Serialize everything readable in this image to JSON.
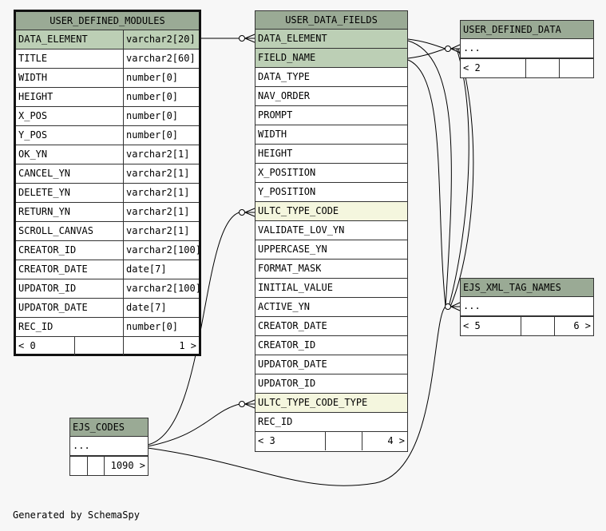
{
  "tables": {
    "user_defined_modules": {
      "title": "USER_DEFINED_MODULES",
      "rows": [
        {
          "name": "DATA_ELEMENT",
          "type": "varchar2[20]"
        },
        {
          "name": "TITLE",
          "type": "varchar2[60]"
        },
        {
          "name": "WIDTH",
          "type": "number[0]"
        },
        {
          "name": "HEIGHT",
          "type": "number[0]"
        },
        {
          "name": "X_POS",
          "type": "number[0]"
        },
        {
          "name": "Y_POS",
          "type": "number[0]"
        },
        {
          "name": "OK_YN",
          "type": "varchar2[1]"
        },
        {
          "name": "CANCEL_YN",
          "type": "varchar2[1]"
        },
        {
          "name": "DELETE_YN",
          "type": "varchar2[1]"
        },
        {
          "name": "RETURN_YN",
          "type": "varchar2[1]"
        },
        {
          "name": "SCROLL_CANVAS",
          "type": "varchar2[1]"
        },
        {
          "name": "CREATOR_ID",
          "type": "varchar2[100]"
        },
        {
          "name": "CREATOR_DATE",
          "type": "date[7]"
        },
        {
          "name": "UPDATOR_ID",
          "type": "varchar2[100]"
        },
        {
          "name": "UPDATOR_DATE",
          "type": "date[7]"
        },
        {
          "name": "REC_ID",
          "type": "number[0]"
        }
      ],
      "footer": {
        "parents": "< 0",
        "rows": "",
        "children": "1 >"
      }
    },
    "user_data_fields": {
      "title": "USER_DATA_FIELDS",
      "rows": [
        "DATA_ELEMENT",
        "FIELD_NAME",
        "DATA_TYPE",
        "NAV_ORDER",
        "PROMPT",
        "WIDTH",
        "HEIGHT",
        "X_POSITION",
        "Y_POSITION",
        "ULTC_TYPE_CODE",
        "VALIDATE_LOV_YN",
        "UPPERCASE_YN",
        "FORMAT_MASK",
        "INITIAL_VALUE",
        "ACTIVE_YN",
        "CREATOR_DATE",
        "CREATOR_ID",
        "UPDATOR_DATE",
        "UPDATOR_ID",
        "ULTC_TYPE_CODE_TYPE",
        "REC_ID"
      ],
      "footer": {
        "parents": "< 3",
        "rows": "",
        "children": "4 >"
      }
    },
    "user_defined_data": {
      "title": "USER_DEFINED_DATA",
      "body": "...",
      "footer": {
        "parents": "< 2",
        "rows": "",
        "children": ""
      }
    },
    "ejs_xml_tag_names": {
      "title": "EJS_XML_TAG_NAMES",
      "body": "...",
      "footer": {
        "parents": "< 5",
        "rows": "",
        "children": "6 >"
      }
    },
    "ejs_codes": {
      "title": "EJS_CODES",
      "body": "...",
      "footer": {
        "parents": "",
        "rows": "",
        "children": "1090 >"
      }
    }
  },
  "generated_by": "Generated by SchemaSpy",
  "colors": {
    "header": "#9aaa95",
    "primary_key": "#bccfb5",
    "foreign_key": "#f4f6de",
    "border": "#333333"
  }
}
